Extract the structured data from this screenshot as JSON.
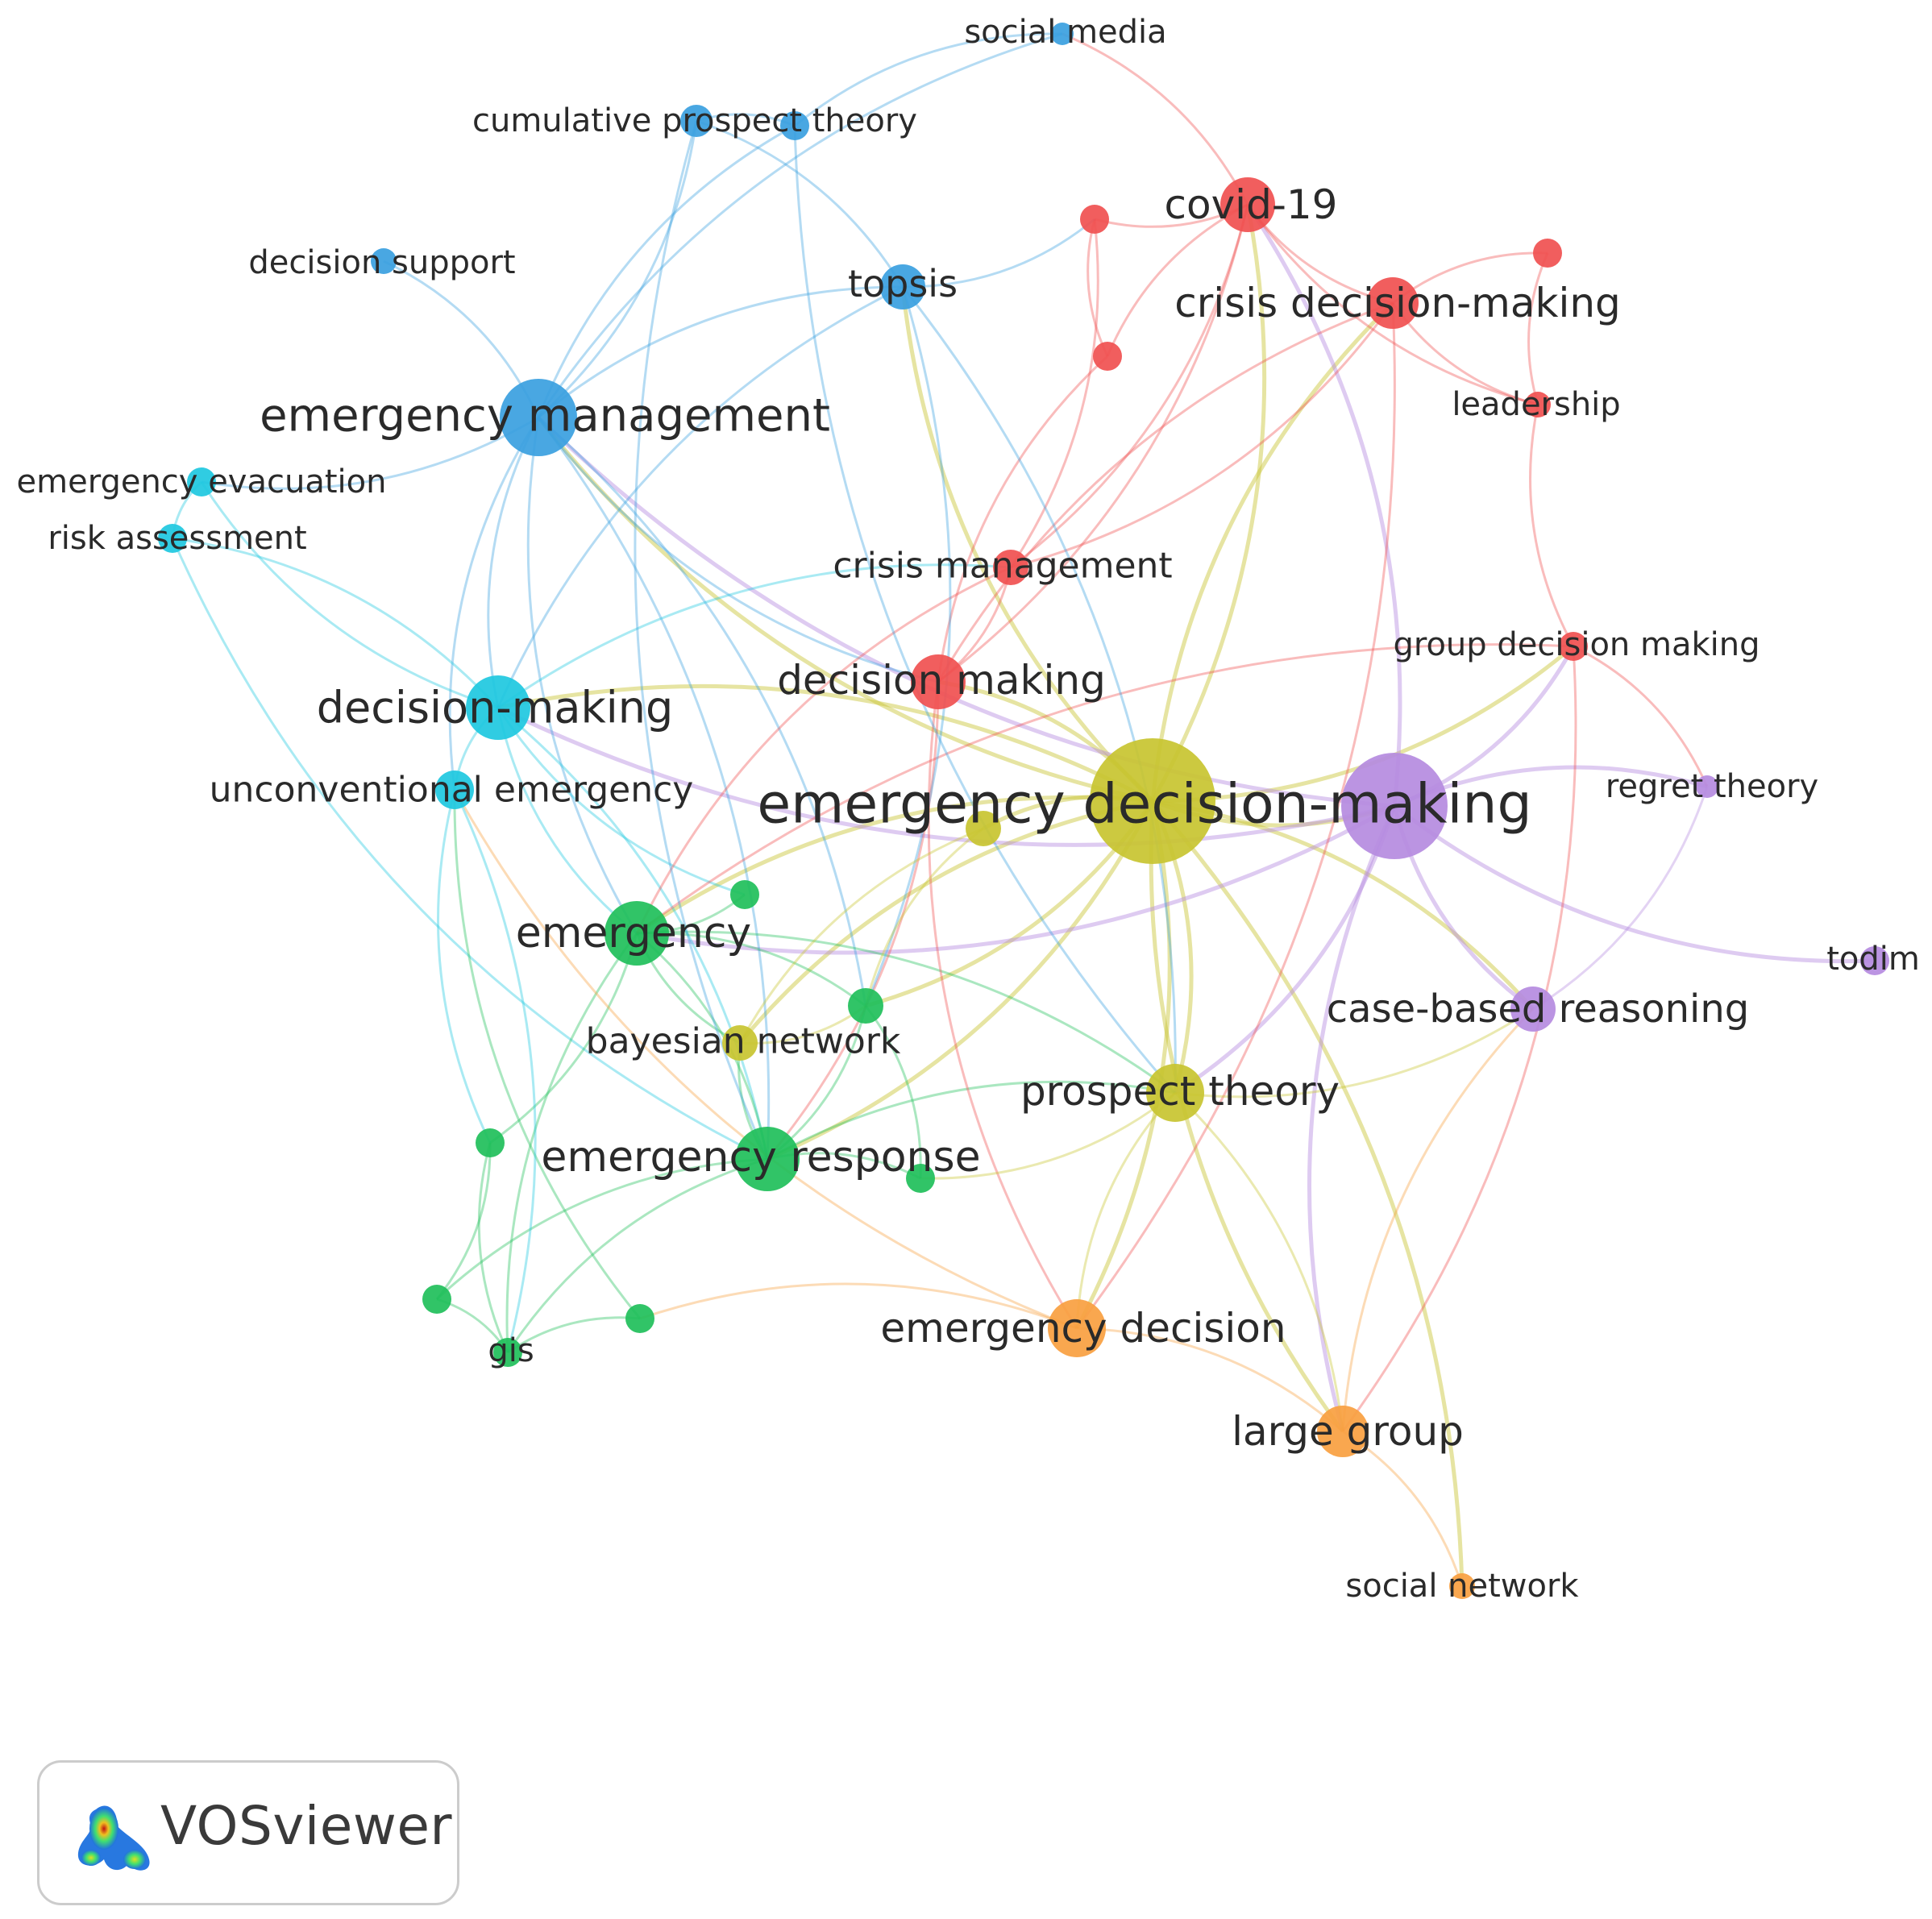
{
  "colors": {
    "red": "#f05050",
    "green": "#1fbf5a",
    "blue": "#3aa0e0",
    "yellow": "#c8c430",
    "purple": "#b58be0",
    "cyan": "#1ec8e0",
    "orange": "#f8a040"
  },
  "nodes": [
    {
      "id": "emergency-decision-making",
      "label": "emergency decision-making",
      "cluster": "yellow",
      "weight": 10
    },
    {
      "id": "emergency-decision-making-2",
      "label": "",
      "cluster": "purple",
      "weight": 9
    },
    {
      "id": "emergency-management",
      "label": "emergency management",
      "cluster": "blue",
      "weight": 8
    },
    {
      "id": "decision-making",
      "label": "decision-making",
      "cluster": "cyan",
      "weight": 7
    },
    {
      "id": "emergency",
      "label": "emergency",
      "cluster": "green",
      "weight": 7
    },
    {
      "id": "emergency-response",
      "label": "emergency response",
      "cluster": "green",
      "weight": 7
    },
    {
      "id": "covid-19",
      "label": "covid-19",
      "cluster": "red",
      "weight": 6
    },
    {
      "id": "crisis-decision-making",
      "label": "crisis decision-making",
      "cluster": "red",
      "weight": 6
    },
    {
      "id": "decision-making-red",
      "label": "decision making",
      "cluster": "red",
      "weight": 6
    },
    {
      "id": "topsis",
      "label": "topsis",
      "cluster": "blue",
      "weight": 5
    },
    {
      "id": "prospect-theory",
      "label": "prospect theory",
      "cluster": "yellow",
      "weight": 6
    },
    {
      "id": "emergency-decision",
      "label": "emergency decision",
      "cluster": "orange",
      "weight": 6
    },
    {
      "id": "large-group",
      "label": "large group",
      "cluster": "orange",
      "weight": 6
    },
    {
      "id": "case-based-reasoning",
      "label": "case-based reasoning",
      "cluster": "purple",
      "weight": 5
    },
    {
      "id": "bayesian-network",
      "label": "bayesian network",
      "cluster": "yellow",
      "weight": 4
    },
    {
      "id": "crisis-management",
      "label": "crisis management",
      "cluster": "red",
      "weight": 4
    },
    {
      "id": "group-decision-making",
      "label": "group decision making",
      "cluster": "red",
      "weight": 4
    },
    {
      "id": "regret-theory",
      "label": "regret theory",
      "cluster": "purple",
      "weight": 3
    },
    {
      "id": "todim",
      "label": "todim",
      "cluster": "purple",
      "weight": 3
    },
    {
      "id": "social-network",
      "label": "social network",
      "cluster": "orange",
      "weight": 3
    },
    {
      "id": "leadership",
      "label": "leadership",
      "cluster": "red",
      "weight": 3
    },
    {
      "id": "social-media",
      "label": "social media",
      "cluster": "blue",
      "weight": 3
    },
    {
      "id": "cumulative-prospect-theory",
      "label": "cumulative prospect theory",
      "cluster": "blue",
      "weight": 4
    },
    {
      "id": "cpt-2",
      "label": "",
      "cluster": "blue",
      "weight": 3
    },
    {
      "id": "decision-support",
      "label": "decision support",
      "cluster": "blue",
      "weight": 3
    },
    {
      "id": "emergency-evacuation",
      "label": "emergency evacuation",
      "cluster": "cyan",
      "weight": 3
    },
    {
      "id": "risk-assessment",
      "label": "risk assessment",
      "cluster": "cyan",
      "weight": 3
    },
    {
      "id": "unconventional-emergency",
      "label": "unconventional emergency",
      "cluster": "cyan",
      "weight": 4
    },
    {
      "id": "gis",
      "label": "gis",
      "cluster": "green",
      "weight": 3
    },
    {
      "id": "green-a",
      "label": "",
      "cluster": "green",
      "weight": 3
    },
    {
      "id": "green-b",
      "label": "",
      "cluster": "green",
      "weight": 3
    },
    {
      "id": "green-c",
      "label": "",
      "cluster": "green",
      "weight": 3
    },
    {
      "id": "green-d",
      "label": "",
      "cluster": "green",
      "weight": 3
    },
    {
      "id": "green-e",
      "label": "",
      "cluster": "green",
      "weight": 3
    },
    {
      "id": "green-f",
      "label": "",
      "cluster": "green",
      "weight": 3
    },
    {
      "id": "yellow-a",
      "label": "",
      "cluster": "yellow",
      "weight": 3
    },
    {
      "id": "red-a",
      "label": "",
      "cluster": "red",
      "weight": 3
    },
    {
      "id": "red-b",
      "label": "",
      "cluster": "red",
      "weight": 3
    },
    {
      "id": "red-c",
      "label": "",
      "cluster": "red",
      "weight": 3
    }
  ],
  "edges": [
    [
      "emergency-decision-making",
      "emergency-decision-making-2"
    ],
    [
      "emergency-decision-making",
      "prospect-theory"
    ],
    [
      "emergency-decision-making",
      "large-group"
    ],
    [
      "emergency-decision-making",
      "emergency-decision"
    ],
    [
      "emergency-decision-making",
      "emergency"
    ],
    [
      "emergency-decision-making",
      "emergency-response"
    ],
    [
      "emergency-decision-making",
      "decision-making"
    ],
    [
      "emergency-decision-making",
      "emergency-management"
    ],
    [
      "emergency-decision-making",
      "covid-19"
    ],
    [
      "emergency-decision-making",
      "crisis-decision-making"
    ],
    [
      "emergency-decision-making",
      "decision-making-red"
    ],
    [
      "emergency-decision-making",
      "topsis"
    ],
    [
      "emergency-decision-making",
      "bayesian-network"
    ],
    [
      "emergency-decision-making",
      "case-based-reasoning"
    ],
    [
      "emergency-decision-making",
      "group-decision-making"
    ],
    [
      "emergency-decision-making",
      "social-network"
    ],
    [
      "emergency-decision-making",
      "yellow-a"
    ],
    [
      "emergency-decision-making",
      "green-c"
    ],
    [
      "emergency-decision-making-2",
      "todim"
    ],
    [
      "emergency-decision-making-2",
      "regret-theory"
    ],
    [
      "emergency-decision-making-2",
      "case-based-reasoning"
    ],
    [
      "emergency-decision-making-2",
      "prospect-theory"
    ],
    [
      "emergency-decision-making-2",
      "large-group"
    ],
    [
      "emergency-decision-making-2",
      "emergency-management"
    ],
    [
      "emergency-decision-making-2",
      "group-decision-making"
    ],
    [
      "emergency-decision-making-2",
      "emergency"
    ],
    [
      "emergency-decision-making-2",
      "covid-19"
    ],
    [
      "emergency-decision-making-2",
      "decision-making"
    ],
    [
      "emergency-management",
      "decision-making"
    ],
    [
      "emergency-management",
      "topsis"
    ],
    [
      "emergency-management",
      "cumulative-prospect-theory"
    ],
    [
      "emergency-management",
      "cpt-2"
    ],
    [
      "emergency-management",
      "decision-support"
    ],
    [
      "emergency-management",
      "emergency-evacuation"
    ],
    [
      "emergency-management",
      "emergency"
    ],
    [
      "emergency-management",
      "emergency-response"
    ],
    [
      "emergency-management",
      "unconventional-emergency"
    ],
    [
      "emergency-management",
      "social-media"
    ],
    [
      "emergency-management",
      "decision-making-red"
    ],
    [
      "emergency-management",
      "green-c"
    ],
    [
      "decision-making",
      "risk-assessment"
    ],
    [
      "decision-making",
      "emergency-evacuation"
    ],
    [
      "decision-making",
      "emergency"
    ],
    [
      "decision-making",
      "emergency-response"
    ],
    [
      "decision-making",
      "unconventional-emergency"
    ],
    [
      "decision-making",
      "crisis-management"
    ],
    [
      "decision-making",
      "green-a"
    ],
    [
      "risk-assessment",
      "emergency-evacuation"
    ],
    [
      "risk-assessment",
      "emergency-response"
    ],
    [
      "emergency",
      "emergency-response"
    ],
    [
      "emergency",
      "green-a"
    ],
    [
      "emergency",
      "green-c"
    ],
    [
      "emergency",
      "gis"
    ],
    [
      "emergency",
      "prospect-theory"
    ],
    [
      "emergency",
      "bayesian-network"
    ],
    [
      "emergency",
      "green-b"
    ],
    [
      "emergency-response",
      "green-d"
    ],
    [
      "emergency-response",
      "green-f"
    ],
    [
      "emergency-response",
      "green-c"
    ],
    [
      "emergency-response",
      "prospect-theory"
    ],
    [
      "emergency-response",
      "gis"
    ],
    [
      "emergency-response",
      "bayesian-network"
    ],
    [
      "covid-19",
      "crisis-decision-making"
    ],
    [
      "covid-19",
      "red-a"
    ],
    [
      "covid-19",
      "red-b"
    ],
    [
      "covid-19",
      "crisis-management"
    ],
    [
      "covid-19",
      "social-media"
    ],
    [
      "covid-19",
      "decision-making-red"
    ],
    [
      "covid-19",
      "leadership"
    ],
    [
      "crisis-decision-making",
      "red-c"
    ],
    [
      "crisis-decision-making",
      "leadership"
    ],
    [
      "crisis-decision-making",
      "crisis-management"
    ],
    [
      "crisis-decision-making",
      "decision-making-red"
    ],
    [
      "crisis-decision-making",
      "emergency-decision"
    ],
    [
      "leadership",
      "group-decision-making"
    ],
    [
      "leadership",
      "red-c"
    ],
    [
      "red-a",
      "red-b"
    ],
    [
      "red-a",
      "crisis-management"
    ],
    [
      "red-b",
      "decision-making-red"
    ],
    [
      "crisis-management",
      "decision-making-red"
    ],
    [
      "crisis-management",
      "emergency"
    ],
    [
      "decision-making-red",
      "emergency-response"
    ],
    [
      "decision-making-red",
      "emergency-decision"
    ],
    [
      "group-decision-making",
      "large-group"
    ],
    [
      "group-decision-making",
      "emergency"
    ],
    [
      "group-decision-making",
      "regret-theory"
    ],
    [
      "topsis",
      "cumulative-prospect-theory"
    ],
    [
      "topsis",
      "prospect-theory"
    ],
    [
      "topsis",
      "decision-making"
    ],
    [
      "topsis",
      "green-c"
    ],
    [
      "topsis",
      "red-a"
    ],
    [
      "cumulative-prospect-theory",
      "cpt-2"
    ],
    [
      "cumulative-prospect-theory",
      "emergency-response"
    ],
    [
      "cpt-2",
      "social-media"
    ],
    [
      "cpt-2",
      "prospect-theory"
    ],
    [
      "prospect-theory",
      "large-group"
    ],
    [
      "prospect-theory",
      "emergency-decision"
    ],
    [
      "prospect-theory",
      "green-f"
    ],
    [
      "prospect-theory",
      "case-based-reasoning"
    ],
    [
      "large-group",
      "social-network"
    ],
    [
      "large-group",
      "emergency-decision"
    ],
    [
      "large-group",
      "case-based-reasoning"
    ],
    [
      "emergency-decision",
      "green-e"
    ],
    [
      "emergency-decision",
      "unconventional-emergency"
    ],
    [
      "case-based-reasoning",
      "regret-theory"
    ],
    [
      "bayesian-network",
      "yellow-a"
    ],
    [
      "bayesian-network",
      "green-c"
    ],
    [
      "green-b",
      "green-d"
    ],
    [
      "green-b",
      "gis"
    ],
    [
      "green-d",
      "gis"
    ],
    [
      "green-e",
      "gis"
    ],
    [
      "green-e",
      "unconventional-emergency"
    ],
    [
      "unconventional-emergency",
      "green-b"
    ],
    [
      "unconventional-emergency",
      "gis"
    ],
    [
      "yellow-a",
      "green-c"
    ],
    [
      "green-c",
      "green-f"
    ]
  ],
  "logo": {
    "text": "VOSviewer"
  }
}
